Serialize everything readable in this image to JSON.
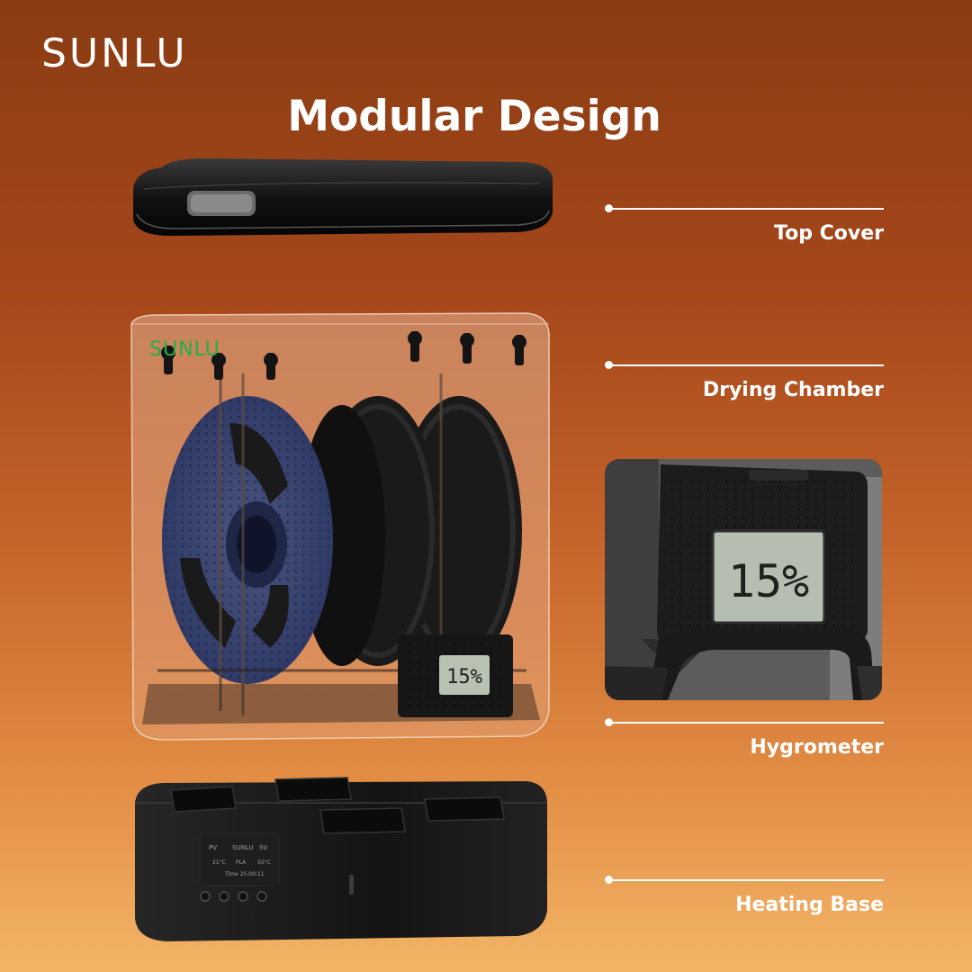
{
  "brand": {
    "logo": "SUNLU"
  },
  "headline": "Modular Design",
  "chamber_logo": "SUNLU",
  "callouts": [
    {
      "label": "Top Cover"
    },
    {
      "label": "Drying Chamber"
    },
    {
      "label": "Hygrometer"
    },
    {
      "label": "Heating Base"
    }
  ],
  "hygrometer": {
    "reading": "15%"
  },
  "control_panel": {
    "pv": "PV",
    "brand": "SUNLU",
    "sv": "SV",
    "current_temp": "21°C",
    "material": "PLA",
    "target_temp": "50°C",
    "time": "Time 25:00:11"
  },
  "colors": {
    "background_top": "#8a3c13",
    "background_bottom": "#f3b566",
    "text": "#ffffff",
    "chamber_logo": "#22b04a"
  }
}
